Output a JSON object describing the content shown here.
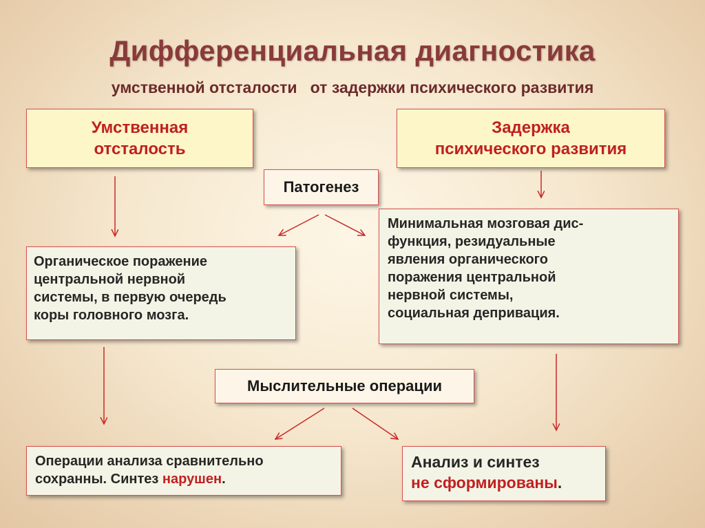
{
  "title": "Дифференциальная диагностика",
  "subtitle": "умственной отсталости   от задержки психического развития",
  "left_header": {
    "line1": "Умственная",
    "line2": "отсталость"
  },
  "right_header": {
    "line1": "Задержка",
    "line2": "психического развития"
  },
  "pathogenesis_label": "Патогенез",
  "left_pathogenesis": [
    "Органическое поражение",
    "центральной нервной",
    "системы, в первую очередь",
    "коры головного мозга."
  ],
  "right_pathogenesis": [
    "Минимальная мозговая дис-",
    "функция, резидуальные",
    "явления органического",
    "поражения центральной",
    "нервной системы,",
    "социальная депривация."
  ],
  "thinking_label": "Мыслительные операции",
  "left_thinking": {
    "line1": "Операции анализа сравнительно",
    "line2_start": "сохранны. Синтез ",
    "line2_highlight": "нарушен",
    "line2_end": "."
  },
  "right_thinking": {
    "line1": "Анализ и синтез",
    "line2_highlight": "не сформированы",
    "line2_end": "."
  },
  "colors": {
    "title": "#8a3a3a",
    "accent_red": "#c02020",
    "border": "#d85050",
    "header_fill": "#fdf6c8",
    "content_fill": "#f4f4e6"
  }
}
